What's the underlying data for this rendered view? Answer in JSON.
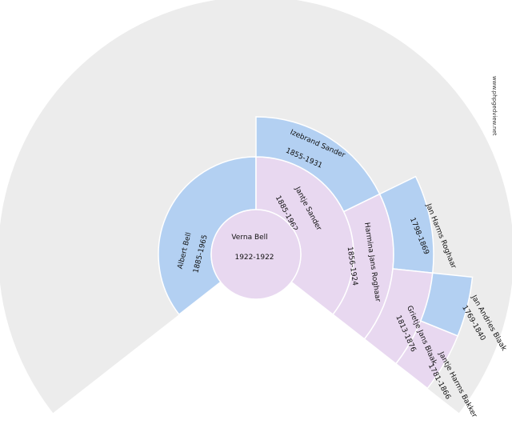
{
  "colors": {
    "background_ring": "#ececec",
    "male": "#b3d0f2",
    "female": "#e8d8f0",
    "divider": "#ffffff"
  },
  "watermark": "www.phpgedview.net",
  "root": {
    "name": "Verna Bell",
    "years": "1922-1922"
  },
  "persons": [
    {
      "id": "albert",
      "generation": 1,
      "sex": "male",
      "name": "Albert Bell",
      "years": "1885-1965"
    },
    {
      "id": "jantje",
      "generation": 1,
      "sex": "female",
      "name": "Jantje Sander",
      "years": "1885-1962"
    },
    {
      "id": "izebrand",
      "generation": 2,
      "sex": "male",
      "name": "Izebrand Sander",
      "years": "1855-1931"
    },
    {
      "id": "harmina",
      "generation": 2,
      "sex": "female",
      "name": "Harmina Jans Roghaar",
      "years": "1856-1924"
    },
    {
      "id": "janharms",
      "generation": 3,
      "sex": "male",
      "name": "Jan Harms Roghaar",
      "years": "1798-1869"
    },
    {
      "id": "grietje",
      "generation": 3,
      "sex": "female",
      "name": "Grietje Jans Blaak",
      "years": "1813-1876"
    },
    {
      "id": "janandries",
      "generation": 4,
      "sex": "male",
      "name": "Jan Andries Blaak",
      "years": "1769-1840"
    },
    {
      "id": "jantjeharms",
      "generation": 4,
      "sex": "female",
      "name": "Jantje Harms Bakker",
      "years": "1781-1866"
    }
  ]
}
